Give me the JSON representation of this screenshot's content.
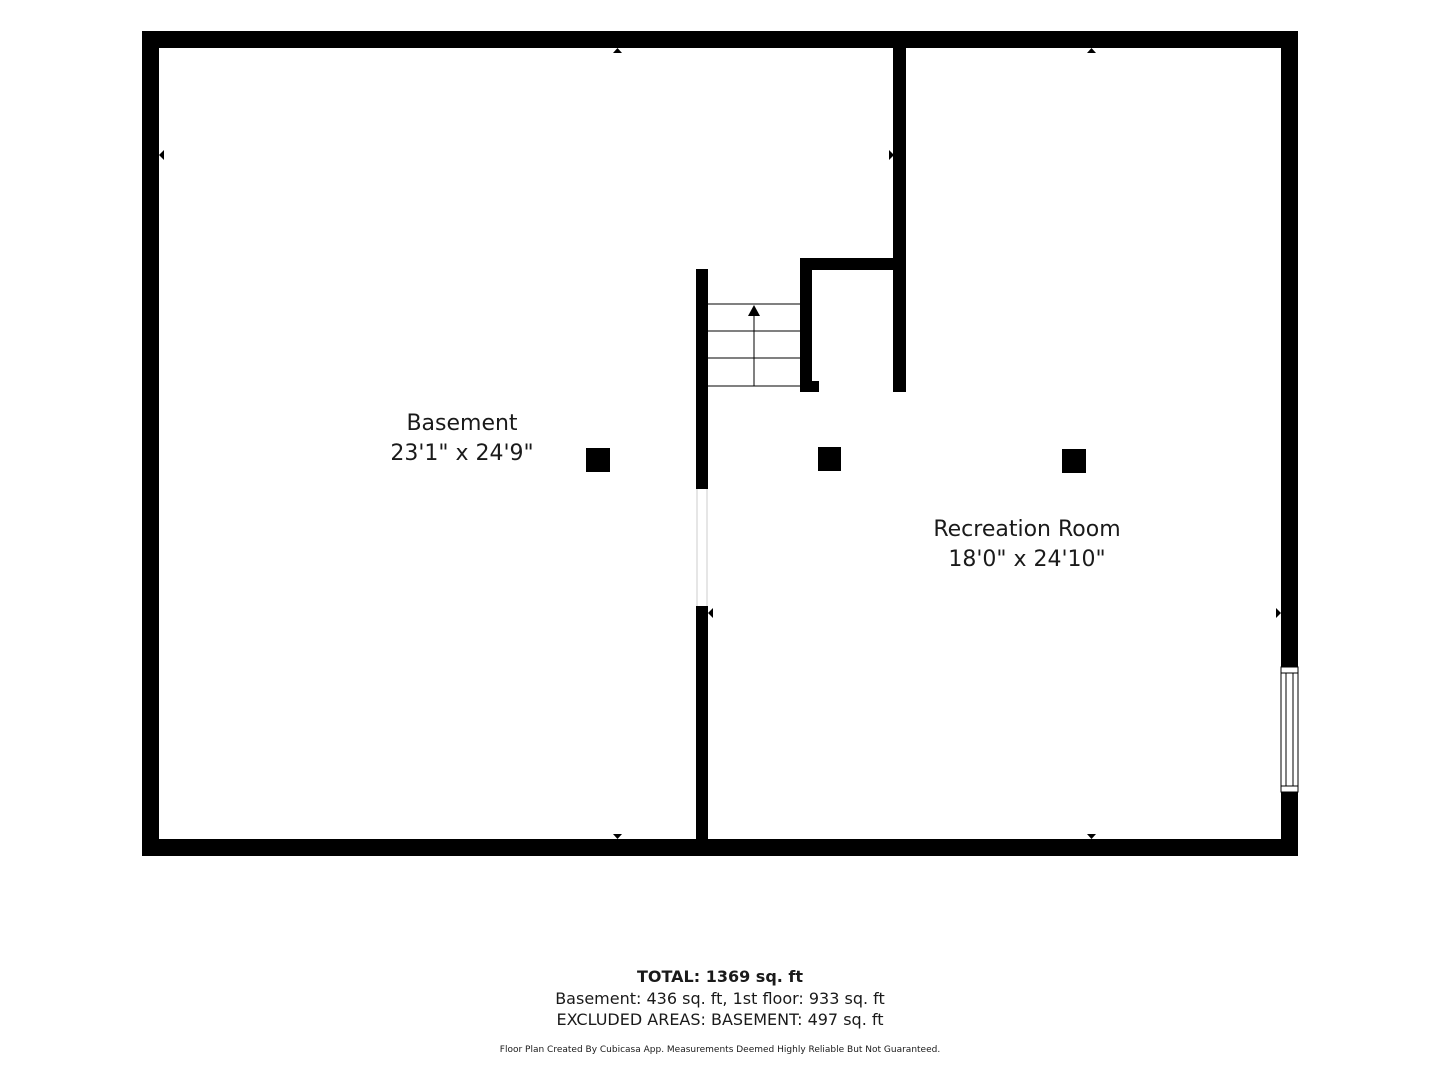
{
  "rooms": {
    "basement": {
      "name": "Basement",
      "dimensions": "23'1\" x 24'9\""
    },
    "recreation": {
      "name": "Recreation Room",
      "dimensions": "18'0\" x 24'10\""
    }
  },
  "summary": {
    "total": "TOTAL: 1369 sq. ft",
    "breakdown": "Basement: 436 sq. ft, 1st floor: 933 sq. ft",
    "excluded": "EXCLUDED AREAS: BASEMENT: 497 sq. ft",
    "disclaimer": "Floor Plan Created By Cubicasa App. Measurements Deemed Highly Reliable But Not Guaranteed."
  },
  "colors": {
    "wall": "#000000",
    "background": "#ffffff"
  }
}
